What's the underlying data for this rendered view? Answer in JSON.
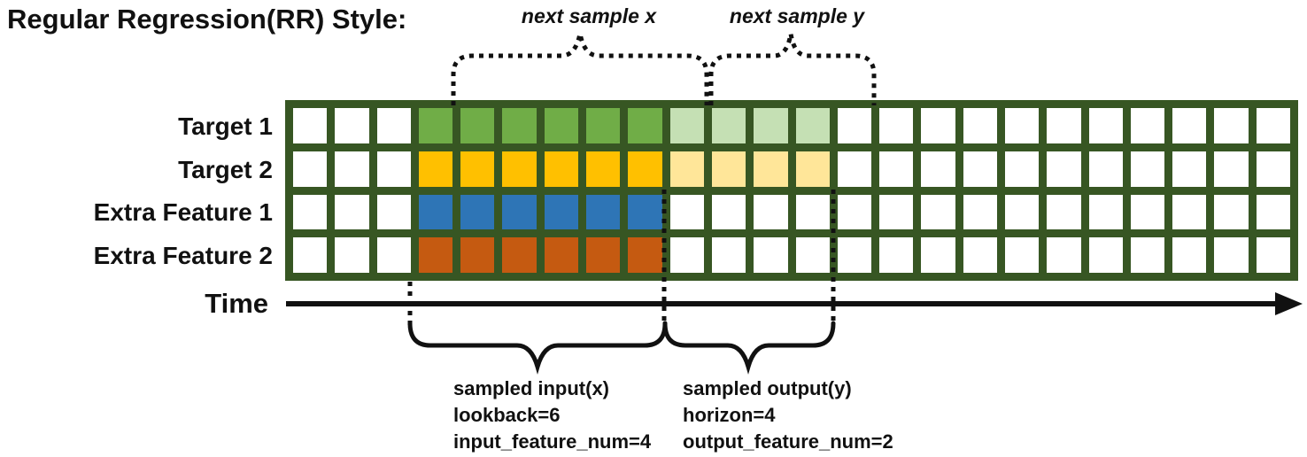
{
  "title": "Regular Regression(RR) Style:",
  "annotations": {
    "next_sample_x": "next sample x",
    "next_sample_y": "next sample y",
    "time_label": "Time",
    "input_lines": [
      "sampled input(x)",
      "lookback=6",
      "input_feature_num=4"
    ],
    "output_lines": [
      "sampled output(y)",
      "horizon=4",
      "output_feature_num=2"
    ]
  },
  "colors": {
    "grid_border": "#375623",
    "cell_empty": "#ffffff",
    "line_black": "#111111"
  },
  "diagram": {
    "rows": [
      {
        "label": "Target 1",
        "color": "#70AD47",
        "light": "#C5E0B4"
      },
      {
        "label": "Target 2",
        "color": "#FFC000",
        "light": "#FFE699"
      },
      {
        "label": "Extra Feature 1",
        "color": "#2E75B6",
        "light": null
      },
      {
        "label": "Extra Feature 2",
        "color": "#C55A11",
        "light": null
      }
    ],
    "grid": {
      "columns": 24,
      "rows": 4,
      "input_start_col": 3,
      "lookback": 6,
      "horizon": 4
    }
  }
}
